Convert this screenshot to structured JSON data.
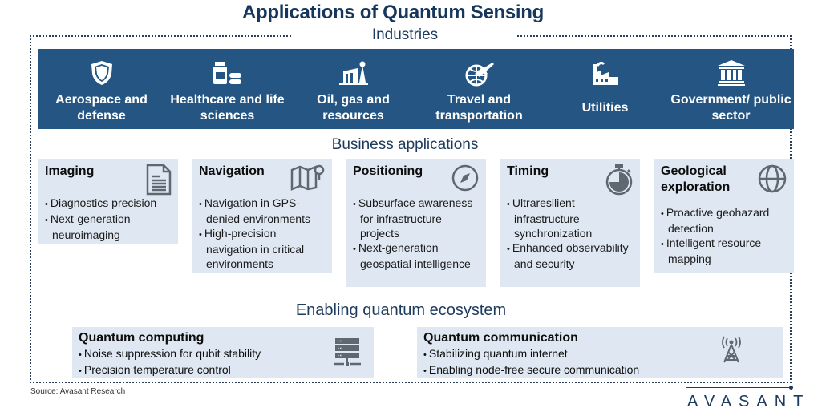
{
  "title": "Applications of Quantum Sensing",
  "sections": {
    "industries": "Industries",
    "business": "Business applications",
    "ecosystem": "Enabling quantum ecosystem"
  },
  "industries": [
    {
      "label": "Aerospace and defense",
      "icon": "shield-icon"
    },
    {
      "label": "Healthcare and life sciences",
      "icon": "medicine-icon"
    },
    {
      "label": "Oil, gas and resources",
      "icon": "oil-pump-icon"
    },
    {
      "label": "Travel and transportation",
      "icon": "globe-plane-icon"
    },
    {
      "label": "Utilities",
      "icon": "factory-icon"
    },
    {
      "label": "Government/ public sector",
      "icon": "government-building-icon"
    }
  ],
  "business": [
    {
      "title": "Imaging",
      "icon": "document-icon",
      "bullets": [
        "Diagnostics precision",
        "Next-generation neuroimaging"
      ]
    },
    {
      "title": "Navigation",
      "icon": "map-pin-icon",
      "bullets": [
        "Navigation in GPS-denied environments",
        "High-precision navigation in critical environments"
      ]
    },
    {
      "title": "Positioning",
      "icon": "compass-icon",
      "bullets": [
        "Subsurface awareness for infrastructure projects",
        "Next-generation geospatial intelligence"
      ]
    },
    {
      "title": "Timing",
      "icon": "stopwatch-icon",
      "bullets": [
        "Ultraresilient infrastructure synchronization",
        "Enhanced observability and security"
      ]
    },
    {
      "title": "Geological exploration",
      "icon": "globe-icon",
      "bullets": [
        "Proactive geohazard detection",
        "Intelligent resource mapping"
      ]
    }
  ],
  "ecosystem": [
    {
      "title": "Quantum computing",
      "icon": "server-icon",
      "bullets": [
        "Noise suppression for qubit stability",
        "Precision temperature control"
      ]
    },
    {
      "title": "Quantum communication",
      "icon": "antenna-tower-icon",
      "bullets": [
        "Stabilizing quantum internet",
        "Enabling node-free secure communication"
      ]
    }
  ],
  "source": "Source: Avasant Research",
  "logo": "AVASANT",
  "colors": {
    "brand_blue": "#255683",
    "title_navy": "#16365c",
    "card_bg": "#dfe8f2",
    "icon_gray": "#5f6770"
  }
}
